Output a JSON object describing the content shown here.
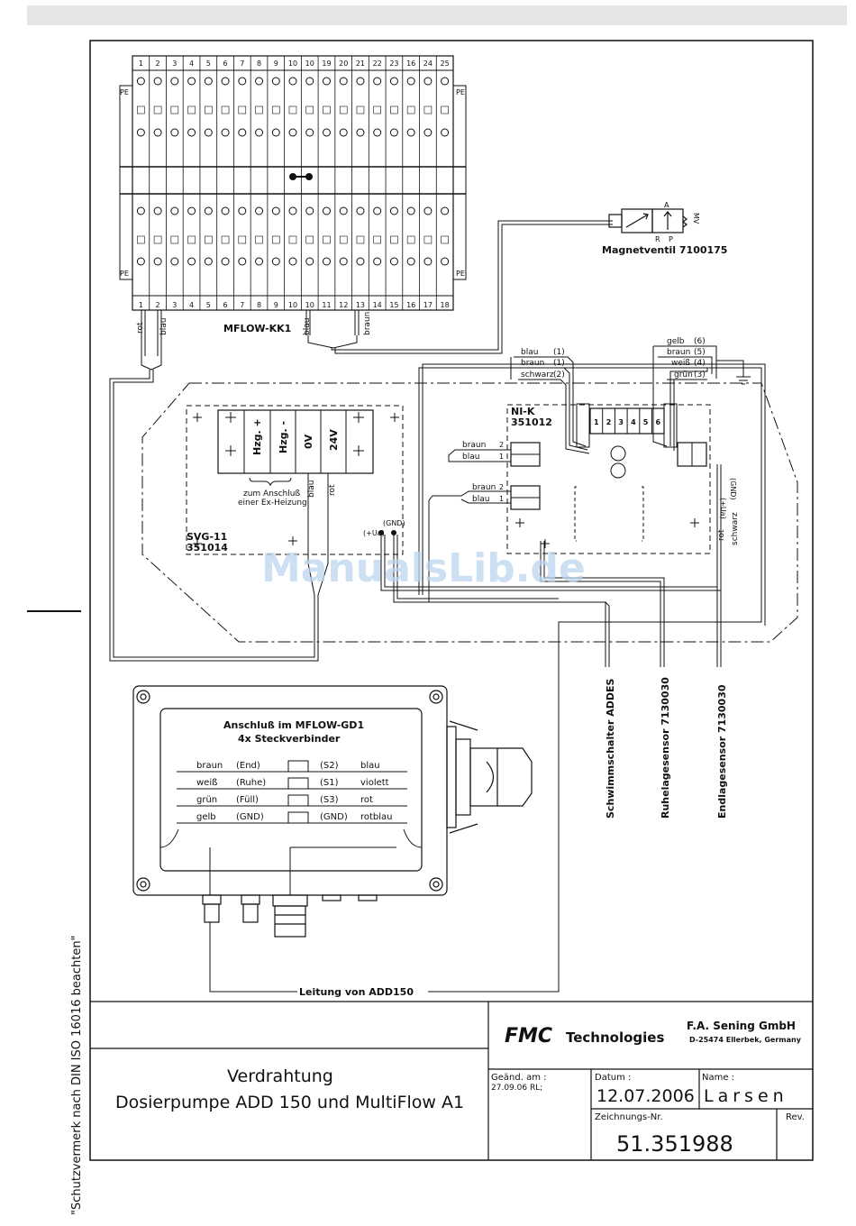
{
  "side_note": "\"Schutzvermerk nach DIN ISO 16016 beachten\"",
  "watermark": "ManualsLib.de",
  "terminal_block": {
    "name": "MFLOW-KK1",
    "top_numbers": [
      "1",
      "2",
      "3",
      "4",
      "5",
      "6",
      "7",
      "8",
      "9",
      "10",
      "10",
      "19",
      "20",
      "21",
      "22",
      "23",
      "16",
      "24",
      "25"
    ],
    "bottom_numbers": [
      "1",
      "2",
      "3",
      "4",
      "5",
      "6",
      "7",
      "8",
      "9",
      "10",
      "10",
      "11",
      "12",
      "13",
      "14",
      "15",
      "16",
      "17",
      "18"
    ],
    "pe_label": "PE",
    "wires_left": [
      "rot",
      "blau"
    ],
    "wires_right": [
      "blau",
      "braun"
    ]
  },
  "valve": {
    "label": "Magnetventil 7100175",
    "ports": [
      "A",
      "R",
      "P",
      "MV"
    ]
  },
  "svg11": {
    "name": "SVG-11",
    "number": "351014",
    "terminals": [
      "Hzg. +",
      "Hzg. -",
      "0V",
      "24V"
    ],
    "note_line1": "zum Anschluß",
    "note_line2": "einer Ex-Heizung",
    "wires": [
      "blau",
      "rot"
    ],
    "signals": [
      "(+Ua)",
      "(GND)"
    ]
  },
  "nik": {
    "name": "NI-K",
    "number": "351012",
    "connector_pins": [
      "1",
      "2",
      "3",
      "4",
      "5",
      "6"
    ],
    "wires_j1": [
      {
        "color": "blau",
        "pin": "(1)"
      },
      {
        "color": "braun",
        "pin": "(1)"
      },
      {
        "color": "schwarz",
        "pin": "(2)"
      }
    ],
    "wires_right": [
      {
        "color": "gelb",
        "pin": "(6)"
      },
      {
        "color": "braun",
        "pin": "(5)"
      },
      {
        "color": "weiß",
        "pin": "(4)"
      },
      {
        "color": "grün",
        "pin": "(3)"
      }
    ],
    "x2": [
      {
        "color": "braun",
        "pin": "2"
      },
      {
        "color": "blau",
        "pin": "1"
      }
    ],
    "x3": [
      {
        "color": "braun",
        "pin": "2"
      },
      {
        "color": "blau",
        "pin": "1"
      }
    ],
    "side_labels": [
      "(+Ua)",
      "(GND)",
      "rot",
      "schwarz"
    ]
  },
  "sensors": [
    "Schwimmschalter ADDES",
    "Ruhelagesensor 7130030",
    "Endlagesensor 7130030"
  ],
  "gd1": {
    "title_line1": "Anschluß im MFLOW-GD1",
    "title_line2": "4x Steckverbinder",
    "rows": [
      {
        "left": "braun",
        "lsig": "(End)",
        "rsig": "(S2)",
        "right": "blau"
      },
      {
        "left": "weiß",
        "lsig": "(Ruhe)",
        "rsig": "(S1)",
        "right": "violett"
      },
      {
        "left": "grün",
        "lsig": "(Füll)",
        "rsig": "(S3)",
        "right": "rot"
      },
      {
        "left": "gelb",
        "lsig": "(GND)",
        "rsig": "(GND)",
        "right": "rotblau"
      }
    ],
    "cable_label": "Leitung von ADD150"
  },
  "title_block": {
    "title_line1": "Verdrahtung",
    "title_line2": "Dosierpumpe ADD 150 und MultiFlow A1",
    "logo_fmc": "FMC",
    "logo_tech": "Technologies",
    "company": "F.A. Sening GmbH",
    "address": "D-25474 Ellerbek, Germany",
    "changed_label": "Geänd. am :",
    "changed_value": "27.09.06 RL;",
    "date_label": "Datum :",
    "date_value": "12.07.2006",
    "name_label": "Name :",
    "name_value": "Larsen",
    "drawing_no_label": "Zeichnungs-Nr.",
    "drawing_no_value": "51.351988",
    "rev_label": "Rev."
  }
}
